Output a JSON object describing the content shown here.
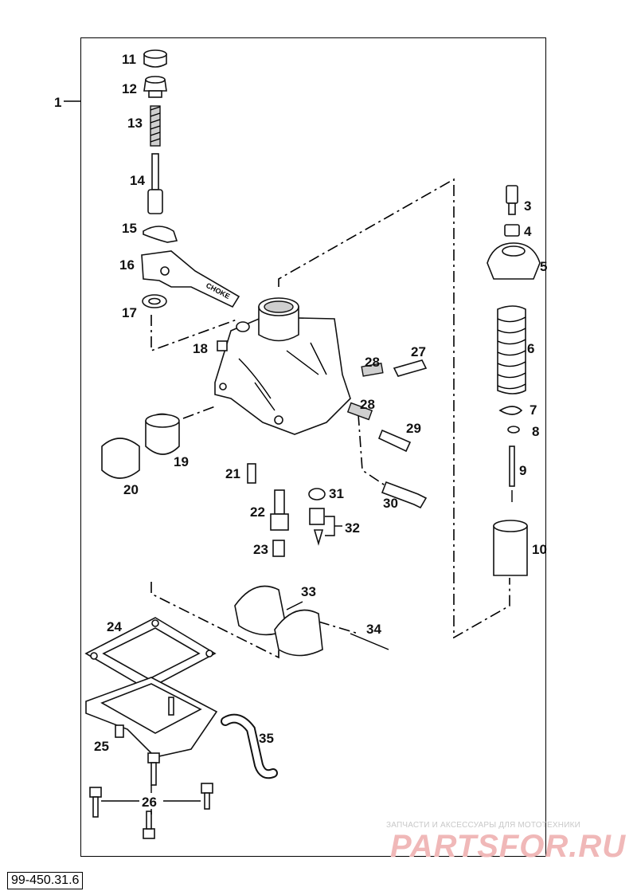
{
  "diagram": {
    "assembly_label": "1",
    "part_numbers": [
      "3",
      "4",
      "5",
      "6",
      "7",
      "8",
      "9",
      "10",
      "11",
      "12",
      "13",
      "14",
      "15",
      "16",
      "17",
      "18",
      "19",
      "20",
      "21",
      "22",
      "23",
      "24",
      "25",
      "26",
      "27",
      "28",
      "28",
      "29",
      "30",
      "31",
      "32",
      "33",
      "34",
      "35"
    ],
    "drawing_code": "99-450.31.6",
    "choke_lever_text": "CHOKE"
  },
  "watermark": {
    "caption": "ЗАПЧАСТИ И АКСЕССУАРЫ ДЛЯ МОТОТЕХНИКИ",
    "logo": "PARTSFOR.RU"
  }
}
